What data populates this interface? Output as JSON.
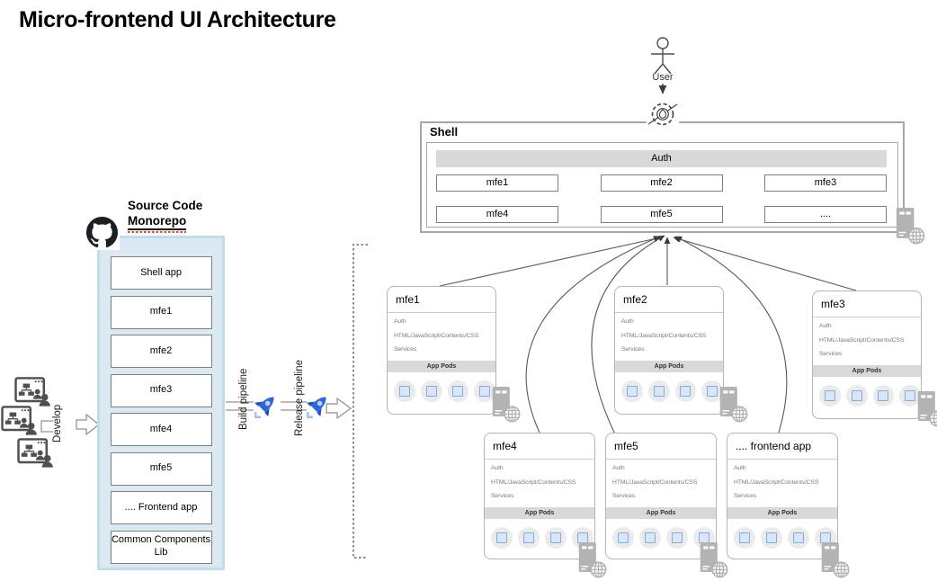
{
  "title": "Micro-frontend UI Architecture",
  "actor": {
    "label": "User"
  },
  "shell": {
    "title": "Shell",
    "auth": "Auth",
    "slots": [
      "mfe1",
      "mfe2",
      "mfe3",
      "mfe4",
      "mfe5",
      "...."
    ]
  },
  "monorepo": {
    "heading_line1": "Source Code",
    "heading_line2": "Monorepo",
    "items": [
      "Shell app",
      "mfe1",
      "mfe2",
      "mfe3",
      "mfe4",
      "mfe5",
      "....  Frontend app",
      "Common Components Lib"
    ]
  },
  "flow": {
    "develop": "Develop",
    "build": "Build pipeline",
    "release": "Release pipeline"
  },
  "cards": [
    {
      "title": "mfe1",
      "layers": [
        "Auth",
        "HTML/JavaScript/Contents/CSS",
        "Services"
      ],
      "pods": "App Pods"
    },
    {
      "title": "mfe2",
      "layers": [
        "Auth",
        "HTML/JavaScript/Contents/CSS",
        "Services"
      ],
      "pods": "App Pods"
    },
    {
      "title": "mfe3",
      "layers": [
        "Auth",
        "HTML/JavaScript/Contents/CSS",
        "Services"
      ],
      "pods": "App Pods"
    },
    {
      "title": "mfe4",
      "layers": [
        "Auth",
        "HTML/JavaScript/Contents/CSS",
        "Services"
      ],
      "pods": "App Pods"
    },
    {
      "title": "mfe5",
      "layers": [
        "Auth",
        "HTML/JavaScript/Contents/CSS",
        "Services"
      ],
      "pods": "App Pods"
    },
    {
      "title": ".... frontend app",
      "layers": [
        "Auth",
        "HTML/JavaScript/Contents/CSS",
        "Services"
      ],
      "pods": "App Pods"
    }
  ],
  "colors": {
    "monorepo_bg": "#dbeaf2",
    "monorepo_border": "#c2dcea",
    "gray_bar": "#d9d9d9",
    "pod_circle": "#ebebeb",
    "pod_square_fill": "#d9e6f8",
    "pod_square_border": "#85abdd",
    "pipeline_blue": "#2b66e0",
    "server_gray": "#b3b3b3",
    "line_gray": "#a6a6a6",
    "arrow_dark": "#4d4d4d",
    "spellcheck_red": "#ff3b2f"
  }
}
